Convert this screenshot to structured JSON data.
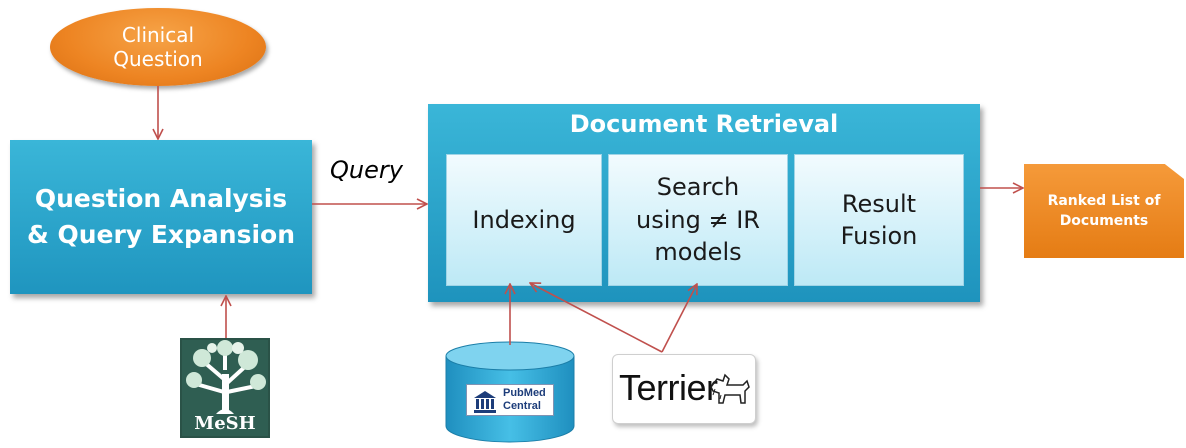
{
  "nodes": {
    "clinical_question": "Clinical\nQuestion",
    "question_analysis": "Question Analysis\n& Query Expansion",
    "query_label": "Query",
    "document_retrieval": "Document Retrieval",
    "indexing": "Indexing",
    "search": "Search\nusing  ≠ IR\nmodels",
    "result_fusion": "Result\nFusion",
    "ranked_list": "Ranked List of\nDocuments"
  },
  "logos": {
    "mesh": "MeSH",
    "pubmed": "PubMed\nCentral",
    "terrier": "Terrier"
  },
  "colors": {
    "arrow": "#c0504d",
    "blue": "#2aa6cf",
    "orange": "#ed8422",
    "mesh_green": "#2f5e52"
  }
}
